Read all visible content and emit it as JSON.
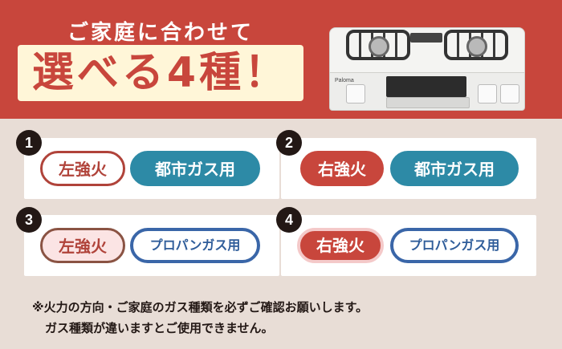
{
  "banner": {
    "subtitle": "ご家庭に合わせて",
    "title": "選べる4種！",
    "bg_color": "#c8463c"
  },
  "stove": {
    "brand": "Paloma"
  },
  "options": [
    {
      "number": "1",
      "fire": "左強火",
      "gas": "都市ガス用"
    },
    {
      "number": "2",
      "fire": "右強火",
      "gas": "都市ガス用"
    },
    {
      "number": "3",
      "fire": "左強火",
      "gas": "プロパンガス用"
    },
    {
      "number": "4",
      "fire": "右強火",
      "gas": "プロパンガス用"
    }
  ],
  "notes": {
    "line1": "※火力の方向・ご家庭のガス種類を必ずご確認お願いします。",
    "line2": "ガス種類が違いますとご使用できません。"
  }
}
